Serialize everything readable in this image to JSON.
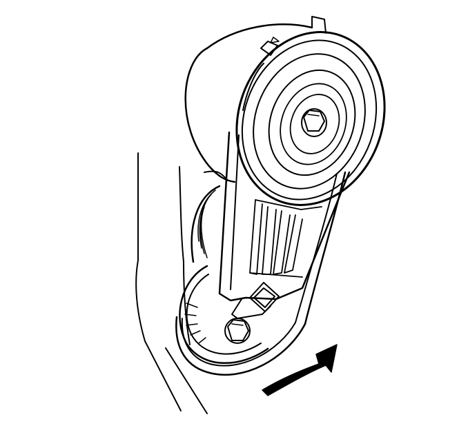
{
  "figure": {
    "kind": "line-art",
    "colors": {
      "ink": "#000000",
      "paper": "#ffffff"
    },
    "parts": [
      "drive-belt",
      "tensioner-arm",
      "tensioner-pulley",
      "pulley-bolt",
      "lower-pulley",
      "mounting-bolt",
      "direction-arrow"
    ]
  }
}
